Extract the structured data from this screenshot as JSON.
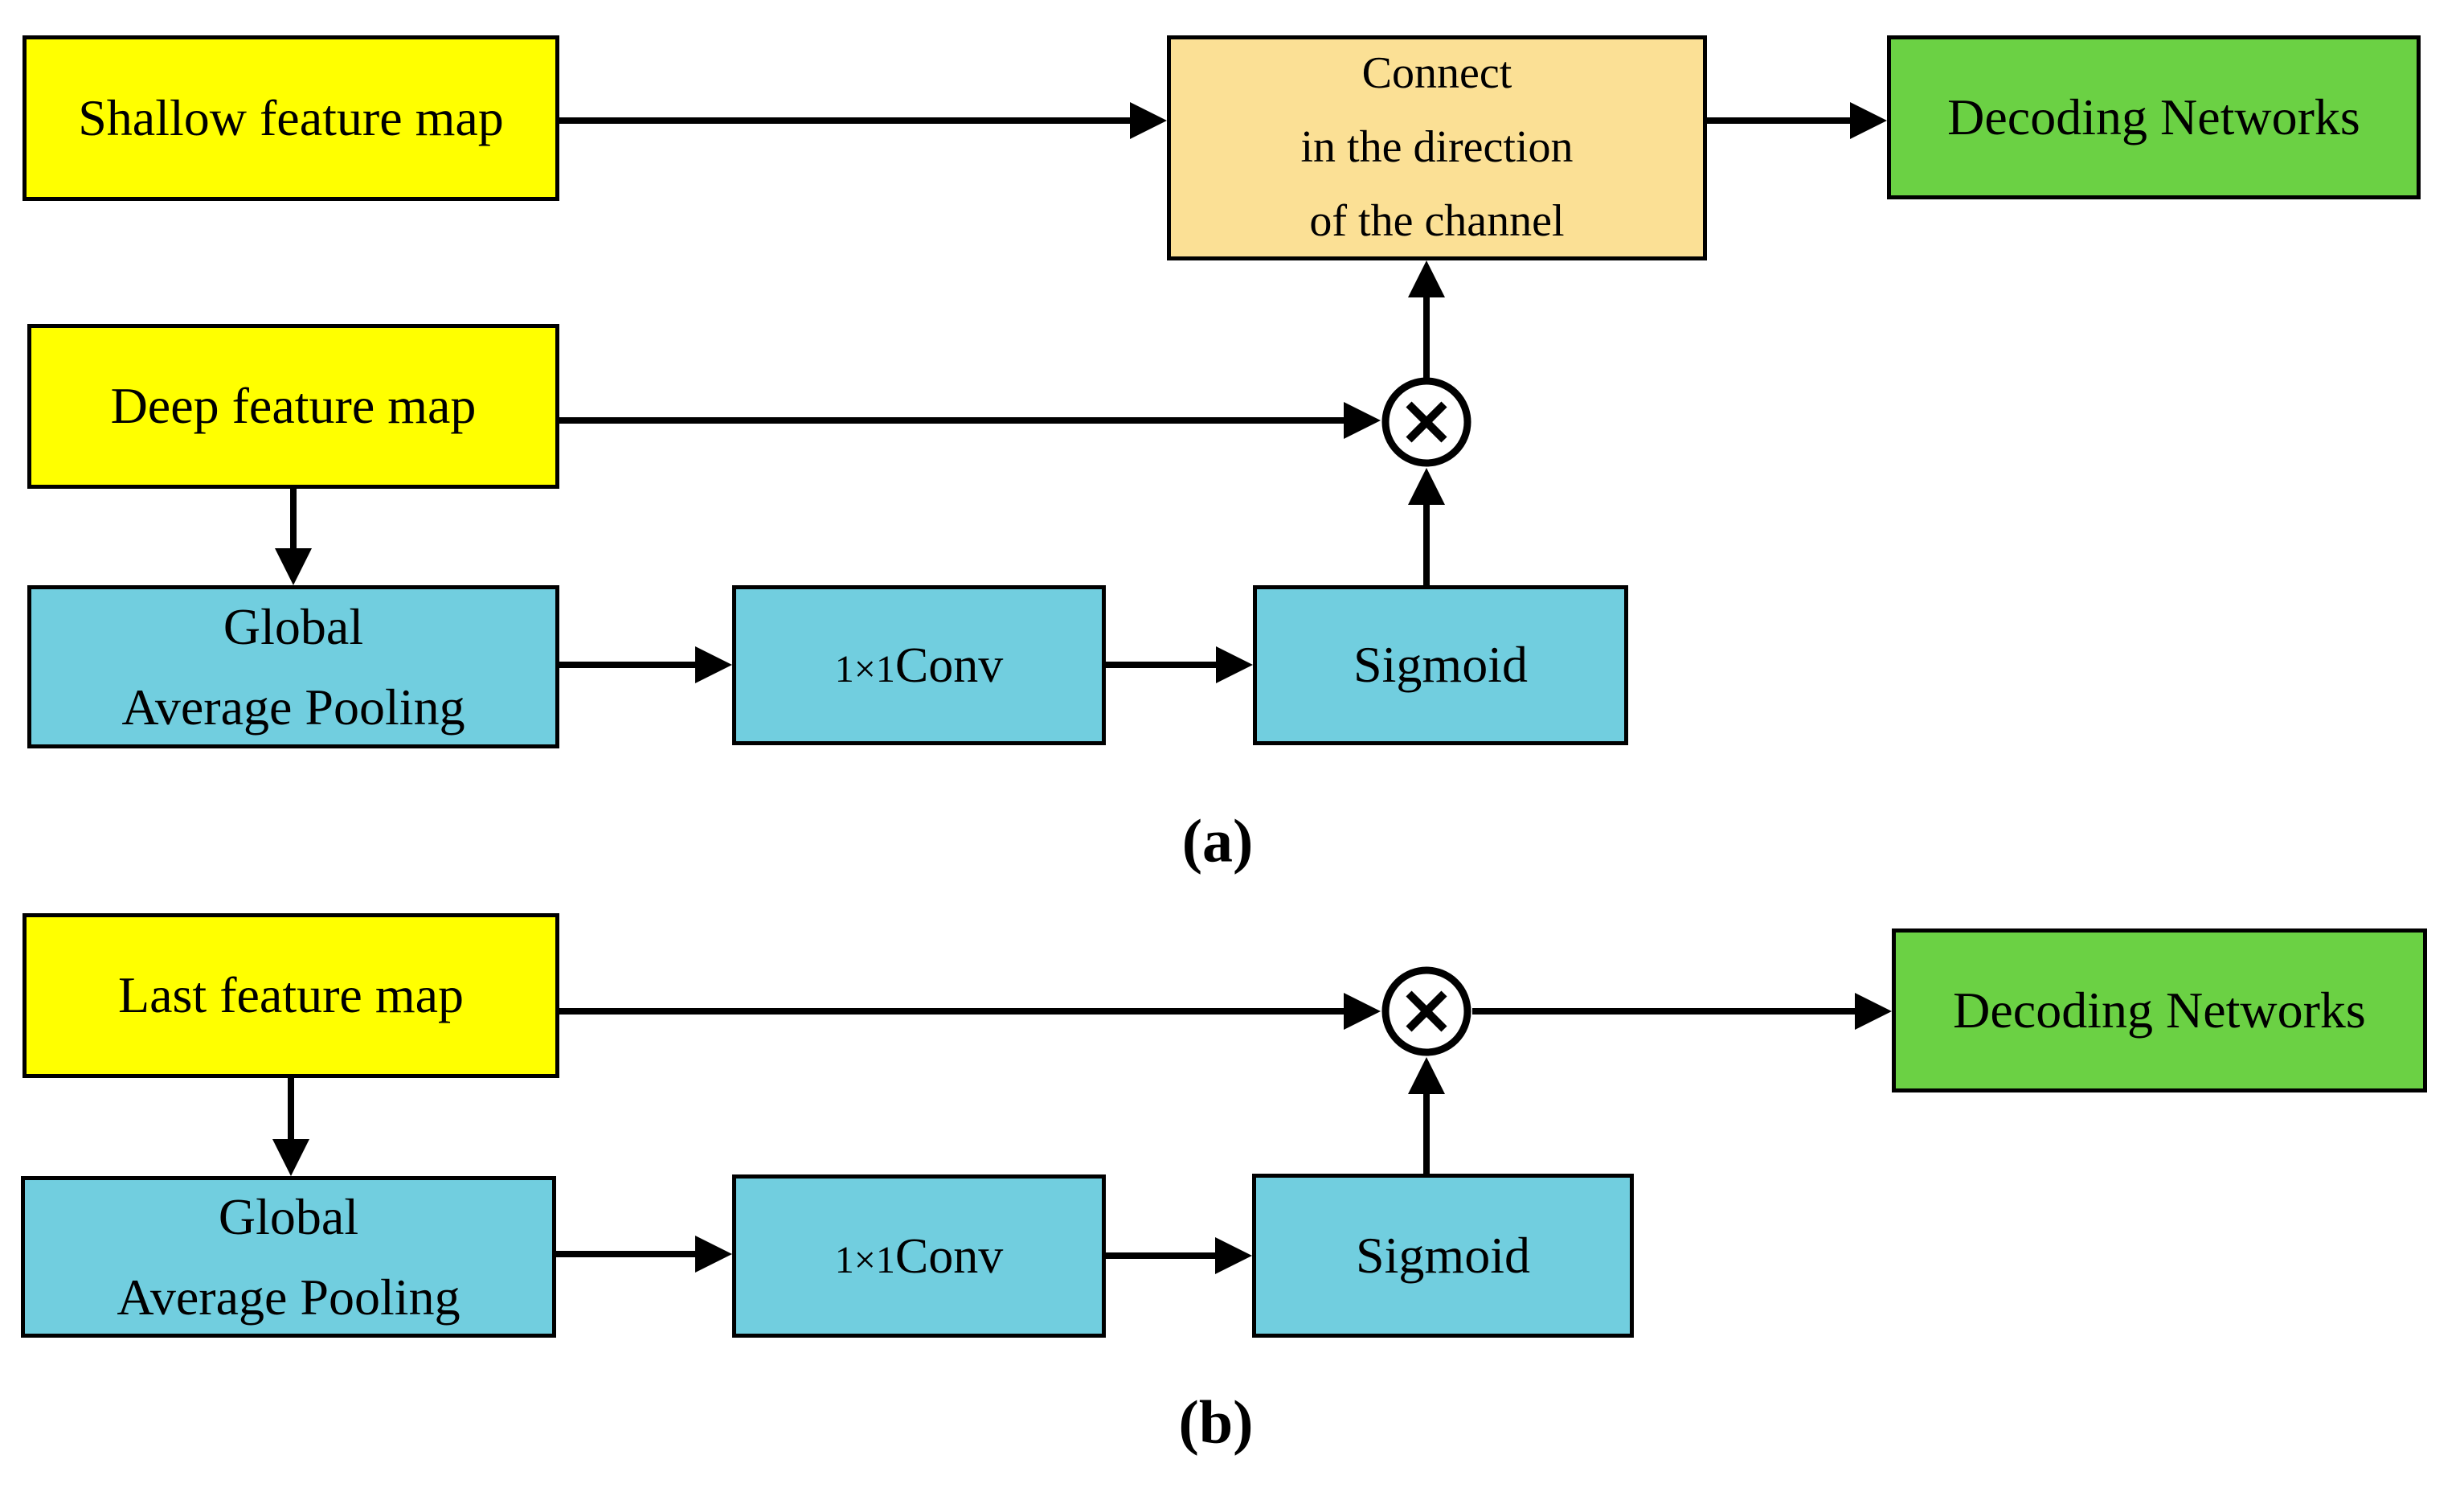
{
  "colors": {
    "feature_map_box": "#FFFF00",
    "connect_box": "#FBE095",
    "decoding_box": "#6BD144",
    "processing_box": "#71CEDF",
    "line": "#000000",
    "background": "#FFFFFF"
  },
  "icons": {
    "multiply": "circle-times-icon"
  },
  "panel_a": {
    "section_label": "(a)",
    "shallow_box": "Shallow feature map",
    "connect_box": {
      "line1": "Connect",
      "line2": "in the direction",
      "line3": "of the channel"
    },
    "decoding_box": "Decoding Networks",
    "deep_box": "Deep feature map",
    "gap_box": {
      "line1": "Global",
      "line2": "Average Pooling"
    },
    "conv_box": {
      "small": "1×1",
      "main": "Conv"
    },
    "sigmoid_box": "Sigmoid"
  },
  "panel_b": {
    "section_label": "(b)",
    "last_box": "Last feature map",
    "decoding_box": "Decoding Networks",
    "gap_box": {
      "line1": "Global",
      "line2": "Average Pooling"
    },
    "conv_box": {
      "small": "1×1",
      "main": "Conv"
    },
    "sigmoid_box": "Sigmoid"
  }
}
